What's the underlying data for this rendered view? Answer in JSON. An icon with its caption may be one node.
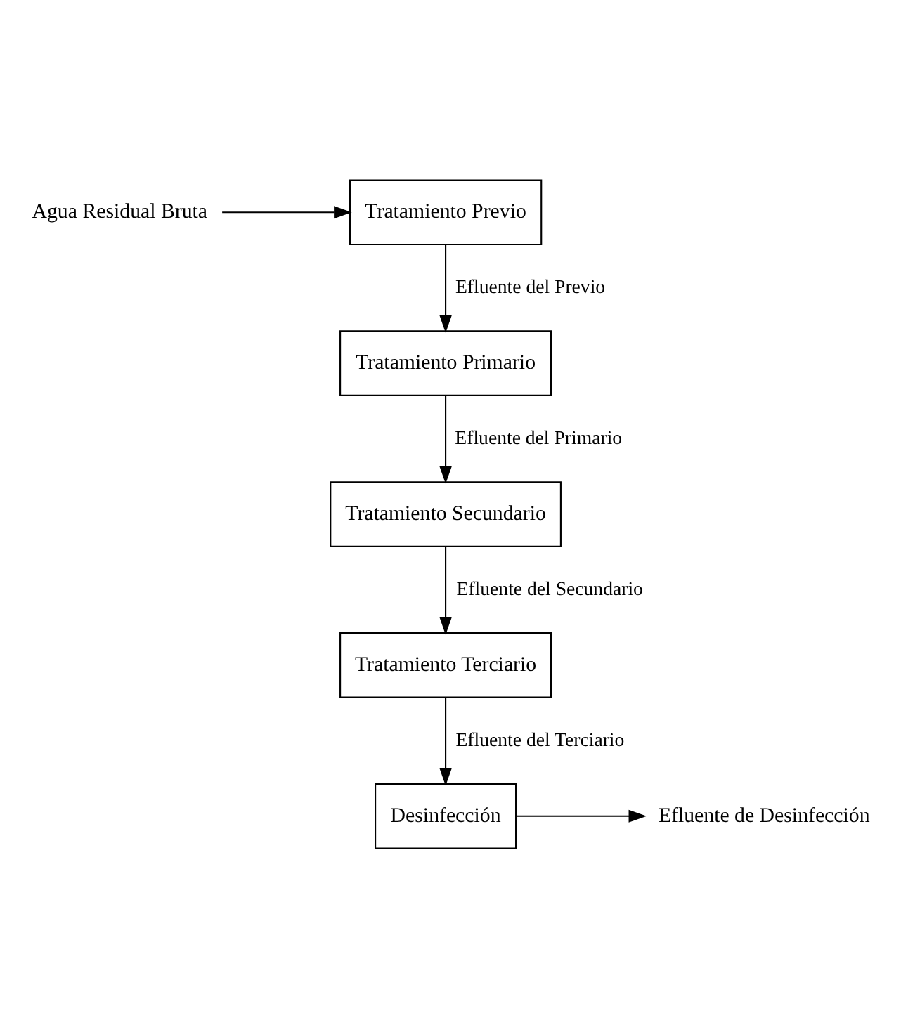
{
  "diagram": {
    "nodes": [
      {
        "text": [
          "Agua Residual Bruta"
        ]
      },
      {
        "text": [
          "Tratamiento Previo"
        ]
      },
      {
        "text": [
          "Tratamiento Primario"
        ]
      },
      {
        "text": [
          "Tratamiento Secundario"
        ]
      },
      {
        "text": [
          "Tratamiento Terciario"
        ]
      },
      {
        "text": [
          "Desinfección"
        ]
      },
      {
        "text": [
          "Efluente de Desinfección"
        ]
      }
    ],
    "edges": [
      {
        "from": 0,
        "to": 1,
        "arrow": "to"
      },
      {
        "from": 1,
        "to": 2,
        "arrow": "to",
        "label": "Efluente del Previo"
      },
      {
        "from": 2,
        "to": 3,
        "arrow": "to",
        "label": "Efluente del Primario"
      },
      {
        "from": 3,
        "to": 4,
        "arrow": "to",
        "label": "Efluente del Secundario"
      },
      {
        "from": 4,
        "to": 5,
        "arrow": "to",
        "label": "Efluente del Terciario"
      },
      {
        "from": 5,
        "to": 6,
        "arrow": "to"
      }
    ]
  }
}
